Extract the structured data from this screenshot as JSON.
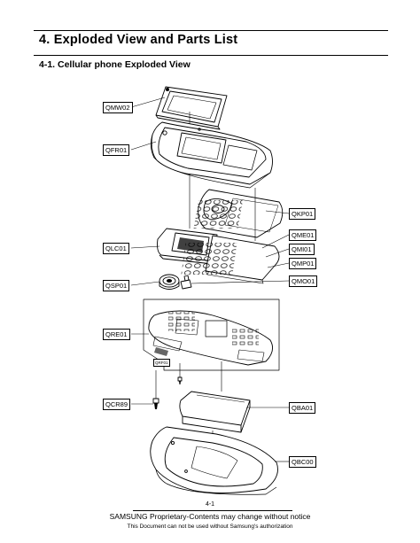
{
  "heading": {
    "chapter": "4.  Exploded  View  and  Parts  List",
    "section": "4-1.  Cellular  phone  Exploded  View"
  },
  "labels": {
    "qmw02": "QMW02",
    "qfr01": "QFR01",
    "qkp01": "QKP01",
    "qme01": "QME01",
    "qmi01": "QMI01",
    "qlc01": "QLC01",
    "qmp01": "QMP01",
    "qmo01": "QMO01",
    "qsp01": "QSP01",
    "qre01": "QRE01",
    "qrf01": "QRF01",
    "qcr89": "QCR89",
    "qba01": "QBA01",
    "qbc00": "QBC00"
  },
  "footer": {
    "page_number": "4-1",
    "proprietary": "SAMSUNG Proprietary-Contents may change without notice",
    "notice": "This  Document  can  not  be  used  without  Samsung's  authorization"
  }
}
